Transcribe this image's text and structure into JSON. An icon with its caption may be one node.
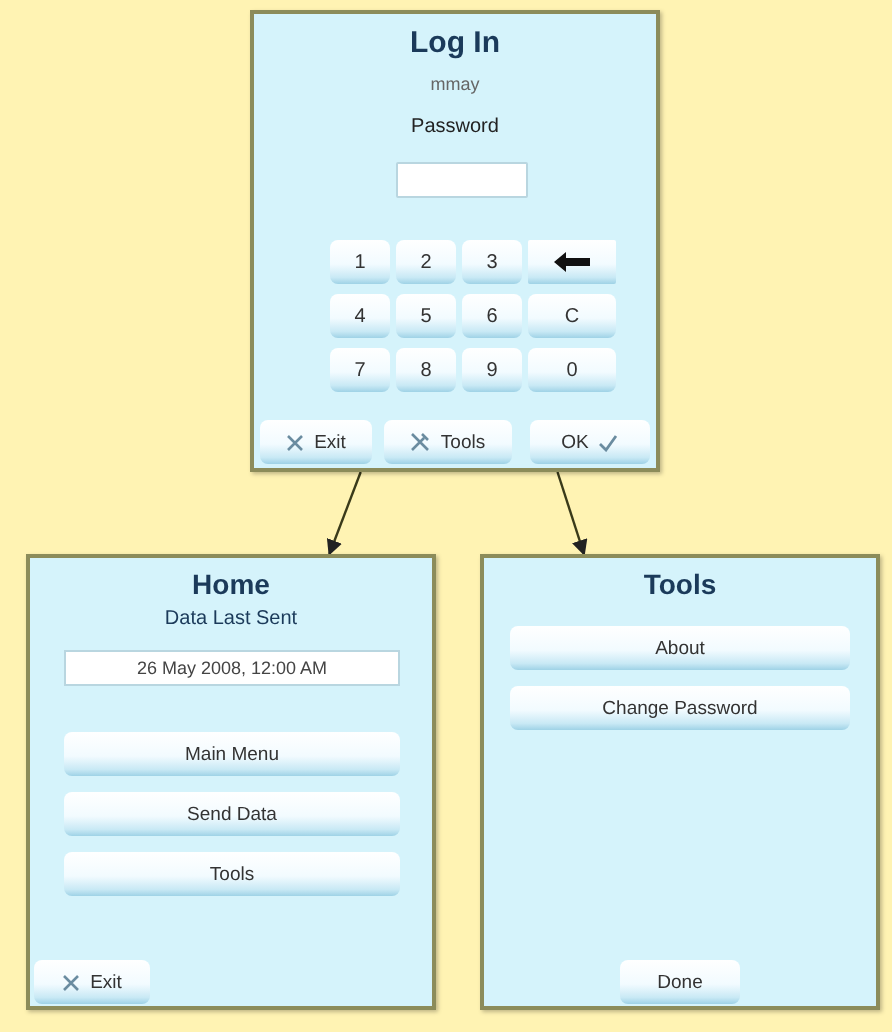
{
  "diagram": {
    "nodes": [
      {
        "text": [
          "Log In",
          "mmay",
          "Password"
        ]
      },
      {
        "text": [],
        "shape": "box",
        "in": 0
      },
      {
        "text": [
          "1"
        ],
        "in": 0
      },
      {
        "text": [
          "2"
        ],
        "in": 0
      },
      {
        "text": [
          "3"
        ],
        "in": 0
      },
      {
        "text": [],
        "shape": "box",
        "in": 0
      },
      {
        "text": [
          "4"
        ],
        "in": 0
      },
      {
        "text": [
          "5"
        ],
        "in": 0
      },
      {
        "text": [
          "6"
        ],
        "in": 0
      },
      {
        "text": [
          "C"
        ],
        "in": 0
      },
      {
        "text": [
          "7"
        ],
        "in": 0
      },
      {
        "text": [
          "8"
        ],
        "in": 0
      },
      {
        "text": [
          "9"
        ],
        "in": 0
      },
      {
        "text": [
          "0"
        ],
        "in": 0
      },
      {
        "text": [
          "Exit"
        ],
        "in": 0
      },
      {
        "text": [
          "Tools"
        ],
        "in": 0
      },
      {
        "text": [
          "OK"
        ],
        "in": 0
      },
      {
        "text": [
          "Home",
          "Data Last Sent"
        ]
      },
      {
        "text": [
          "26 May 2008, 12:00 AM"
        ],
        "in": 17
      },
      {
        "text": [
          "Main Menu"
        ],
        "in": 17
      },
      {
        "text": [
          "Send Data"
        ],
        "in": 17
      },
      {
        "text": [
          "Tools"
        ],
        "in": 17
      },
      {
        "text": [
          "Exit"
        ],
        "in": 17
      },
      {
        "text": [
          "Tools"
        ]
      },
      {
        "text": [
          "About"
        ],
        "in": 23
      },
      {
        "text": [
          "Change Password"
        ],
        "in": 23
      },
      {
        "text": [
          "Done"
        ],
        "in": 23
      }
    ],
    "edges": [
      {
        "from": 0,
        "to": 17,
        "arrow": "to"
      },
      {
        "from": 0,
        "to": 23,
        "arrow": "to"
      }
    ]
  }
}
